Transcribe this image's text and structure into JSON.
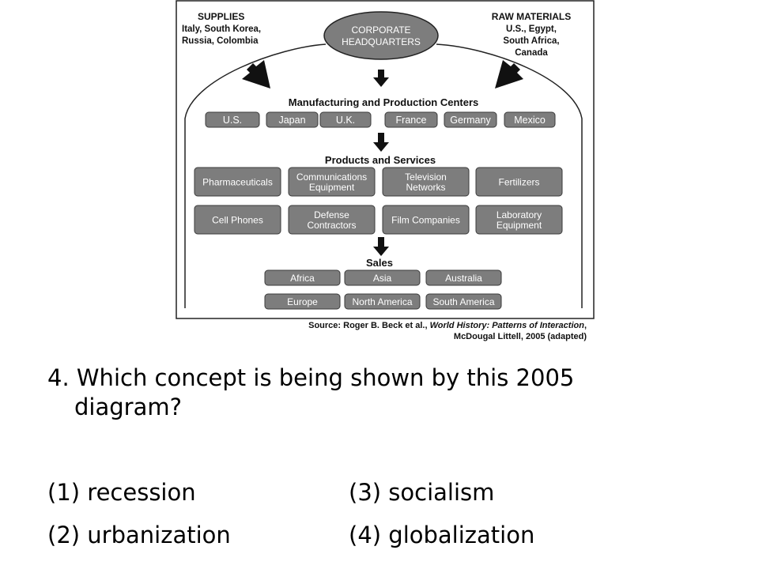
{
  "diagram": {
    "corporate": [
      "CORPORATE",
      "HEADQUARTERS"
    ],
    "supplies": {
      "title": "SUPPLIES",
      "lines": [
        "Italy, South Korea,",
        "Russia, Colombia"
      ]
    },
    "raw_materials": {
      "title": "RAW MATERIALS",
      "lines": [
        "U.S., Egypt,",
        "South Africa,",
        "Canada"
      ]
    },
    "manufacturing": {
      "title": "Manufacturing and Production Centers",
      "items": [
        "U.S.",
        "Japan",
        "U.K.",
        "France",
        "Germany",
        "Mexico"
      ]
    },
    "products": {
      "title": "Products and Services",
      "items": [
        [
          "Pharmaceuticals"
        ],
        [
          "Communications",
          "Equipment"
        ],
        [
          "Television",
          "Networks"
        ],
        [
          "Fertilizers"
        ],
        [
          "Cell Phones"
        ],
        [
          "Defense",
          "Contractors"
        ],
        [
          "Film Companies"
        ],
        [
          "Laboratory",
          "Equipment"
        ]
      ]
    },
    "sales": {
      "title": "Sales",
      "items": [
        "Africa",
        "Asia",
        "Australia",
        "Europe",
        "North America",
        "South America"
      ]
    },
    "colors": {
      "box_fill": "#7d7d7d",
      "box_stroke": "#3a3a3a",
      "box_text": "#ffffff",
      "ink": "#111111"
    }
  },
  "source": {
    "prefix": "Source: Roger B. Beck et al., ",
    "title": "World History: Patterns of Interaction",
    "suffix": ",",
    "line2": "McDougal Littell, 2005 (adapted)"
  },
  "question": {
    "line1": "4. Which concept is being shown by this 2005",
    "line2": "diagram?"
  },
  "answers": {
    "a1": "(1) recession",
    "a2": "(2) urbanization",
    "a3": "(3) socialism",
    "a4": "(4) globalization"
  }
}
